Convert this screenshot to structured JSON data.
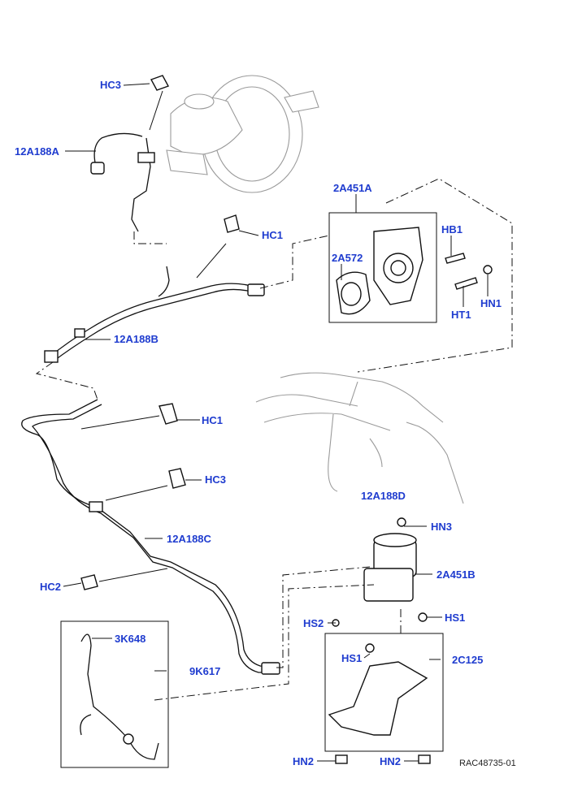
{
  "labels": {
    "hc3_top": "HC3",
    "a12a188a": "12A188A",
    "a2a451a": "2A451A",
    "hb1": "HB1",
    "a2a572": "2A572",
    "hn1": "HN1",
    "ht1": "HT1",
    "hc1_top": "HC1",
    "a12a188b": "12A188B",
    "hc1_mid": "HC1",
    "hc3_mid": "HC3",
    "a12a188d": "12A188D",
    "hn3": "HN3",
    "a12a188c": "12A188C",
    "a2a451b": "2A451B",
    "hc2": "HC2",
    "hs2": "HS2",
    "hs1_right": "HS1",
    "a3k648": "3K648",
    "hs1_mid": "HS1",
    "a2c125": "2C125",
    "a9k617": "9K617",
    "hn2_left": "HN2",
    "hn2_right": "HN2"
  },
  "reference": "RAC48735-01"
}
